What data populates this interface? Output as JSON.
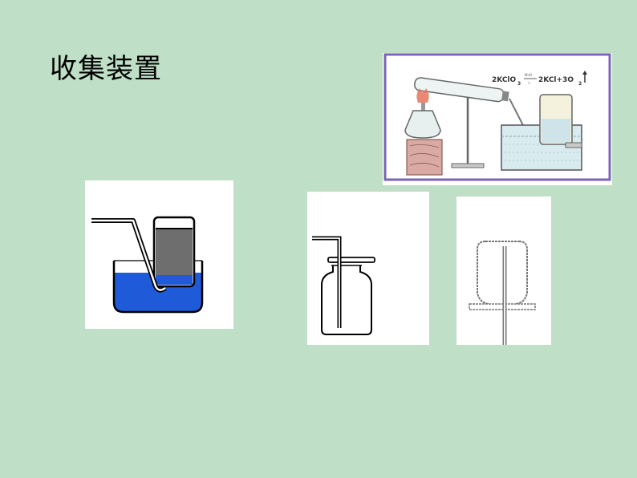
{
  "slide": {
    "title": "收集装置"
  },
  "figures": {
    "main_apparatus": {
      "equation_left": "2KClO",
      "equation_cond_top": "MnO",
      "equation_right": "2KCl+3O",
      "colors": {
        "frame": "#7b64b5",
        "water": "#d8ecf0",
        "flame": "#e8735a"
      }
    },
    "water_displacement": {
      "colors": {
        "water": "#1f5bd9",
        "gas": "#6e6e6e"
      }
    },
    "upward_air": {},
    "downward_air": {}
  }
}
